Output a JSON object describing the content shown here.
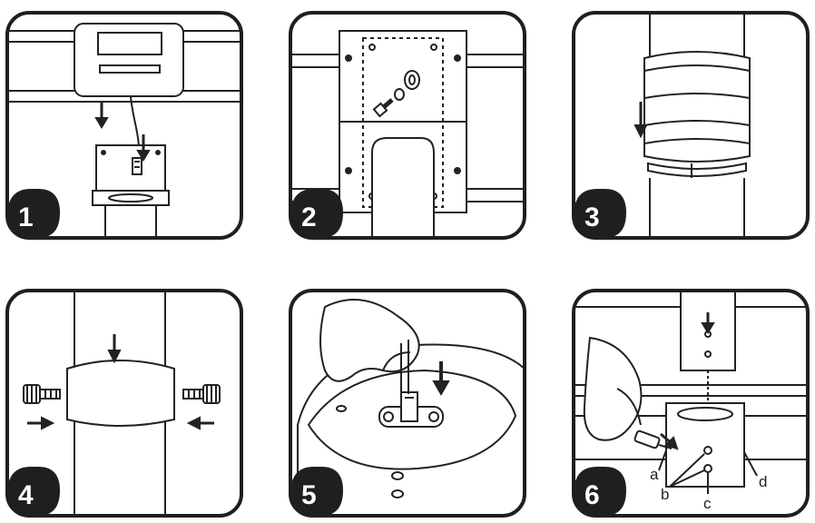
{
  "steps": [
    {
      "number": "1"
    },
    {
      "number": "2"
    },
    {
      "number": "3"
    },
    {
      "number": "4"
    },
    {
      "number": "5"
    },
    {
      "number": "6",
      "callouts": {
        "a": "a",
        "b": "b",
        "c": "c",
        "d": "d"
      }
    }
  ],
  "colors": {
    "stroke": "#222222",
    "panel_fill": "#ffffff",
    "badge_fill": "#1f1f1f",
    "shade": "#e6e6e6"
  }
}
